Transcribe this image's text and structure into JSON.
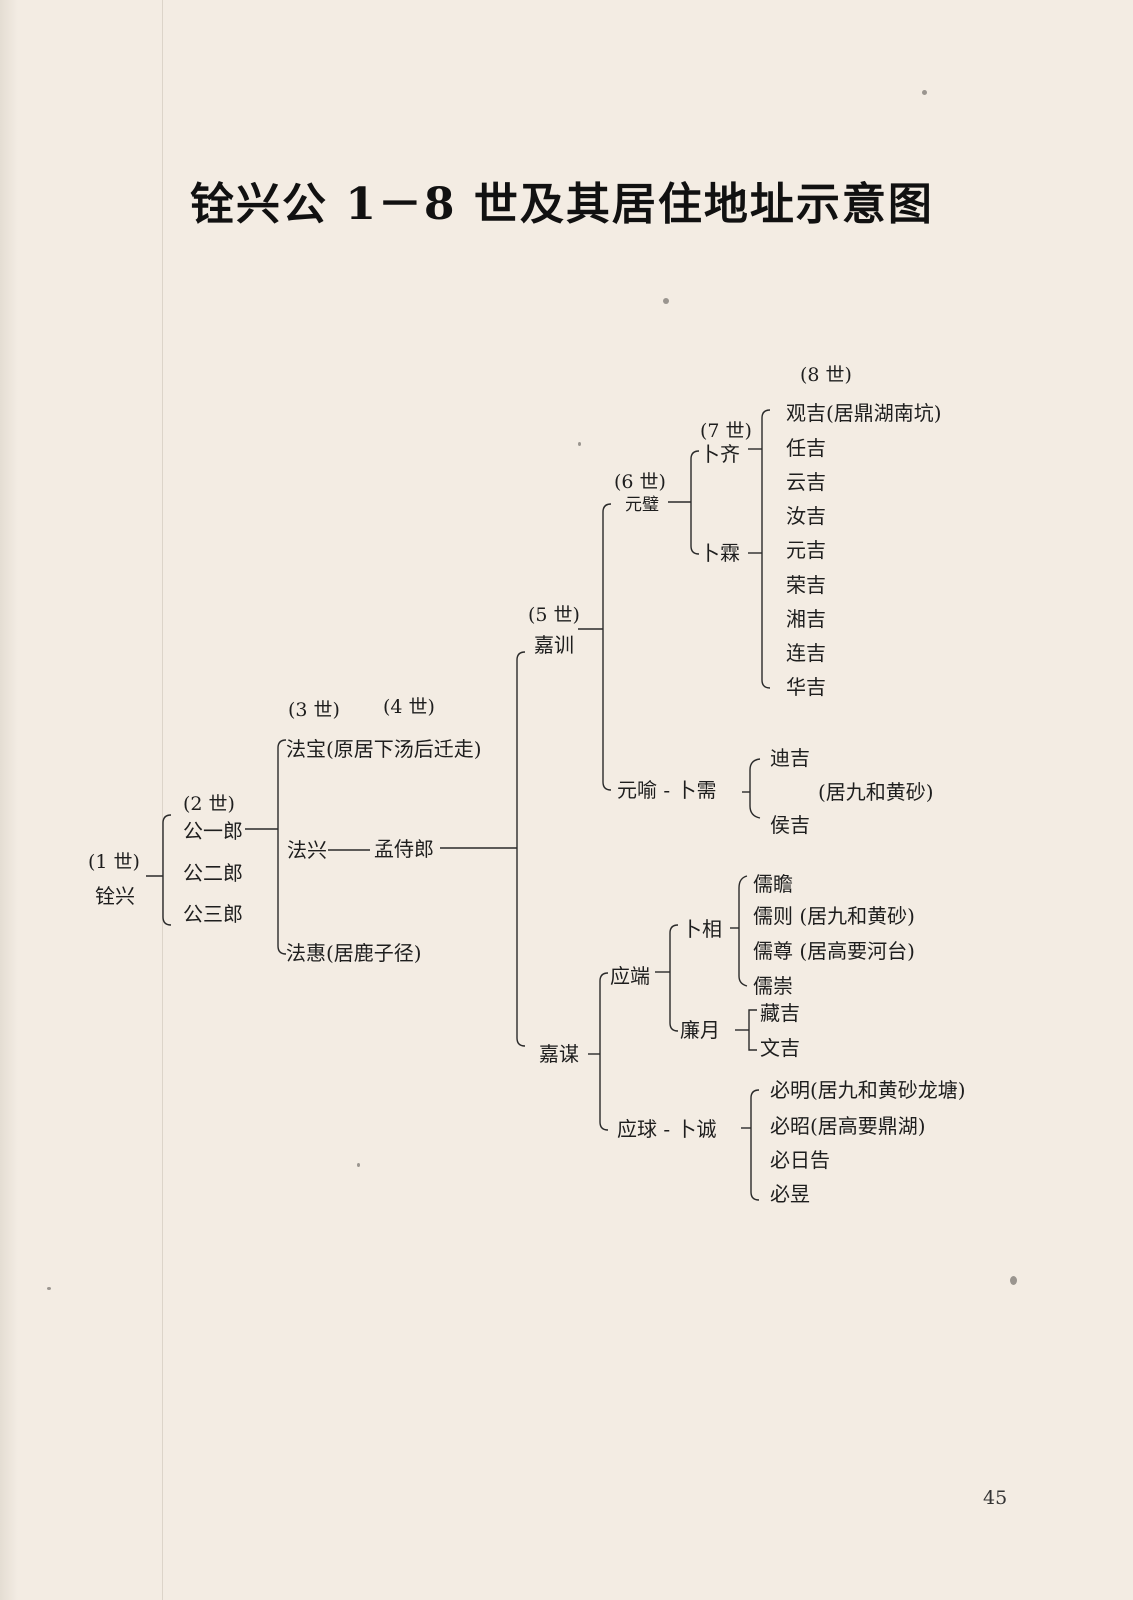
{
  "title": "铨兴公 1－8 世及其居住地址示意图",
  "generations": {
    "g1": "(1 世)",
    "g2": "(2 世)",
    "g3": "(3 世)",
    "g4": "(4 世)",
    "g5": "(5 世)",
    "g6": "(6 世)",
    "g7": "(7 世)",
    "g8": "(8 世)"
  },
  "people": {
    "quanxing": "铨兴",
    "gongyilang": "公一郎",
    "gongerlang": "公二郎",
    "gongsanlang": "公三郎",
    "fabao": "法宝(原居下汤后迁走)",
    "faxing": "法兴",
    "menghouliang": "孟侍郎",
    "fahui": "法惠(居鹿子径)",
    "jiaxun": "嘉训",
    "jiamou": "嘉谋",
    "yuanbi": "元璧",
    "yuanyu": "元喻 - 卜需",
    "buqi": "卜齐",
    "bulin": "卜霖",
    "yingduan": "应端",
    "buxiang": "卜相",
    "lianyue": "廉月",
    "yingqiu": "应球 - 卜诚"
  },
  "gen8": [
    "观吉(居鼎湖南坑)",
    "任吉",
    "云吉",
    "汝吉",
    "元吉",
    "荣吉",
    "湘吉",
    "连吉",
    "华吉"
  ],
  "yuanyu_sons": [
    "迪吉",
    "(居九和黄砂)",
    "侯吉"
  ],
  "buxiang_sons": [
    "儒瞻",
    "儒则 (居九和黄砂)",
    "儒尊 (居高要河台)",
    "儒崇"
  ],
  "lianyue_sons": [
    "藏吉",
    "文吉"
  ],
  "yingqiu_sons": [
    "必明(居九和黄砂龙塘)",
    "必昭(居高要鼎湖)",
    "必日告",
    "必昱"
  ],
  "page_number": "45"
}
